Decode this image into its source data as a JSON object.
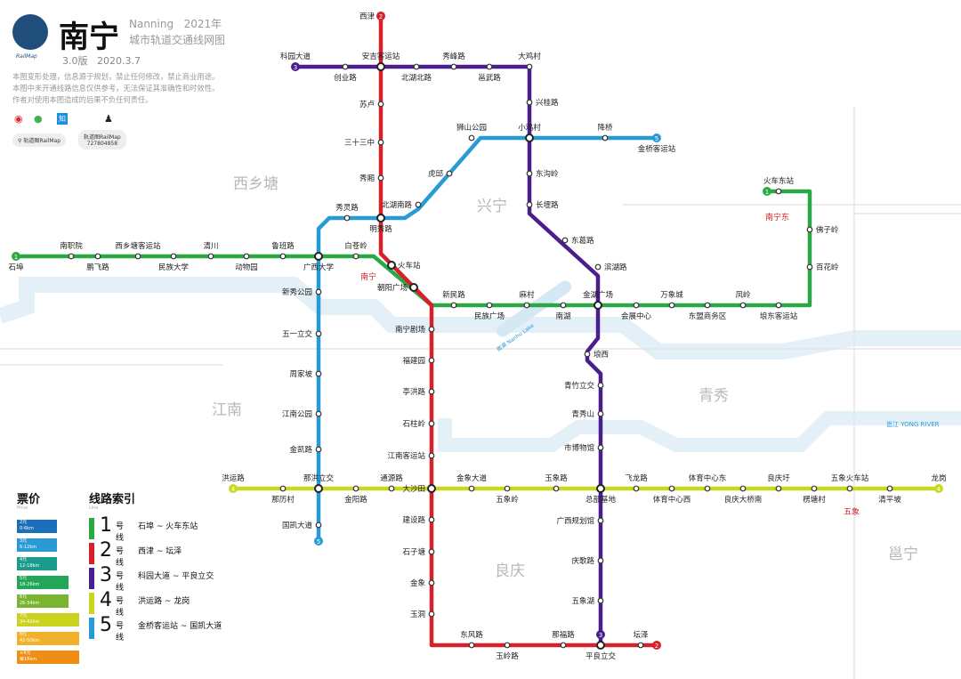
{
  "header": {
    "city": "南宁",
    "english": "Nanning",
    "year": "2021年",
    "subtitle": "城市轨道交通线网图",
    "logo_text": "RailMap",
    "version": "3.0版",
    "date": "2020.3.7",
    "disclaimer": [
      "本图变形处理，信息源于规划，禁止任何修改，禁止商业用途。",
      "本图中未开通线路信息仅供参考，无法保证其准确性和时效性。",
      "作者对使用本图造成的后果不负任何责任。"
    ],
    "search_label": "轨道图RailMap",
    "qq_label": "轨道图RailMap",
    "qq_number": "727804858",
    "icons": [
      "weibo-icon",
      "wechat-icon",
      "zhihu-icon",
      "qq-icon",
      "search-icon"
    ]
  },
  "fares": {
    "title": "票价",
    "subtitle": "Price",
    "items": [
      {
        "label": "2元",
        "range": "0-6km",
        "color": "#1b6fb8"
      },
      {
        "label": "3元",
        "range": "6-12km",
        "color": "#2a9ad6"
      },
      {
        "label": "4元",
        "range": "12-18km",
        "color": "#1a9c8c"
      },
      {
        "label": "5元",
        "range": "18-26km",
        "color": "#23a65a"
      },
      {
        "label": "6元",
        "range": "26-34km",
        "color": "#7ab532"
      },
      {
        "label": "7元",
        "range": "34-42km",
        "color": "#cbd31e"
      },
      {
        "label": "8元",
        "range": "42-50km",
        "color": "#f2b12a"
      },
      {
        "label": "≥9元",
        "range": "每16km",
        "color": "#ef8e12"
      }
    ]
  },
  "line_index": {
    "title": "线路索引",
    "subtitle": "Line",
    "hao": "号线",
    "lines": [
      {
        "num": "1",
        "route": "石埠 ~ 火车东站",
        "color": "#2aa846"
      },
      {
        "num": "2",
        "route": "西津 ~ 坛泽",
        "color": "#d6202a"
      },
      {
        "num": "3",
        "route": "科园大道 ~ 平良立交",
        "color": "#4a1e8c"
      },
      {
        "num": "4",
        "route": "洪运路 ~ 龙岗",
        "color": "#c9d81e"
      },
      {
        "num": "5",
        "route": "金桥客运站 ~ 国凯大道",
        "color": "#2a9ad6"
      }
    ]
  },
  "districts": [
    "西乡塘",
    "兴宁",
    "江南",
    "青秀",
    "良庆",
    "邕宁"
  ],
  "landmarks": {
    "nanning_station": "南宁",
    "nanning_east": "南宁东",
    "wuxiang": "五象",
    "lake": "南湖 Nanhu Lake",
    "river": "邕江 YONG RIVER"
  },
  "stations": [
    "石埠",
    "南职院",
    "鹏飞路",
    "西乡塘客运站",
    "民族大学",
    "清川",
    "动物园",
    "鲁班路",
    "广西大学",
    "白苍岭",
    "火车站",
    "朝阳广场",
    "新民路",
    "民族广场",
    "麻村",
    "南湖",
    "金湖广场",
    "会展中心",
    "万象城",
    "东盟商务区",
    "凤岭",
    "埌东客运站",
    "百花岭",
    "佛子岭",
    "火车东站",
    "西津",
    "安吉客运站",
    "苏卢",
    "三十三中",
    "秀厢",
    "明秀路",
    "南宁剧场",
    "福建园",
    "亭洪路",
    "石柱岭",
    "江南客运站",
    "大沙田",
    "建设路",
    "石子塘",
    "金象",
    "玉洞",
    "东风路",
    "玉岭路",
    "那福路",
    "平良立交",
    "坛泽",
    "科园大道",
    "创业路",
    "北湖北路",
    "秀峰路",
    "邕武路",
    "大鸡村",
    "兴桂路",
    "小鸡村",
    "东沟岭",
    "长堽路",
    "东葛路",
    "滨湖路",
    "埌西",
    "青竹立交",
    "青秀山",
    "市博物馆",
    "总部基地",
    "广西规划馆",
    "庆歌路",
    "五象湖",
    "洪运路",
    "那洪立交",
    "那历村",
    "金阳路",
    "通源路",
    "金象大道",
    "五象岭",
    "玉象路",
    "飞龙路",
    "体育中心西",
    "体育中心东",
    "良庆大桥南",
    "良庆圩",
    "楞塘村",
    "五象火车站",
    "清平坡",
    "龙岗",
    "金桥客运站",
    "降桥",
    "狮山公园",
    "虎邱",
    "北湖南路",
    "秀灵路",
    "新秀公园",
    "五一立交",
    "周家坡",
    "江南公园",
    "金凯路",
    "国凯大道"
  ]
}
